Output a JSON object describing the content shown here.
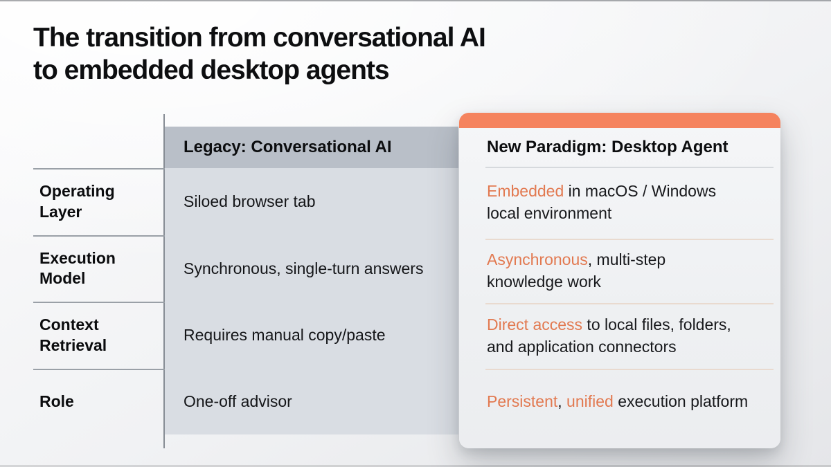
{
  "title": {
    "line1": "The transition from conversational AI",
    "line2": "to embedded desktop agents"
  },
  "table": {
    "legacy_header": "Legacy: Conversational AI",
    "new_header": "New Paradigm: Desktop Agent",
    "rows": [
      {
        "label_lines": [
          "Operating",
          "Layer"
        ],
        "legacy": "Siloed browser tab",
        "new_lines": [
          [
            {
              "t": "Embedded",
              "hl": true
            },
            {
              "t": " in macOS / Windows",
              "hl": false
            }
          ],
          [
            {
              "t": "local environment",
              "hl": false
            }
          ]
        ]
      },
      {
        "label_lines": [
          "Execution",
          "Model"
        ],
        "legacy": "Synchronous, single-turn answers",
        "new_lines": [
          [
            {
              "t": "Asynchronous",
              "hl": true
            },
            {
              "t": ", multi-step",
              "hl": false
            }
          ],
          [
            {
              "t": "knowledge work",
              "hl": false
            }
          ]
        ]
      },
      {
        "label_lines": [
          "Context",
          "Retrieval"
        ],
        "legacy": "Requires manual copy/paste",
        "new_lines": [
          [
            {
              "t": "Direct access",
              "hl": true
            },
            {
              "t": " to local files, folders,",
              "hl": false
            }
          ],
          [
            {
              "t": "and application connectors",
              "hl": false
            }
          ]
        ]
      },
      {
        "label_lines": [
          "Role"
        ],
        "legacy": "One-off advisor",
        "new_lines": [
          [
            {
              "t": "Persistent",
              "hl": true
            },
            {
              "t": ", ",
              "hl": false
            },
            {
              "t": "unified",
              "hl": true
            },
            {
              "t": " execution platform",
              "hl": false
            }
          ]
        ]
      }
    ]
  },
  "colors": {
    "accent_bar": "#f5835e",
    "accent_text": "#e27950",
    "legacy_header_bg": "#b9bfc8",
    "legacy_cell_bg": "#d9dde3"
  }
}
